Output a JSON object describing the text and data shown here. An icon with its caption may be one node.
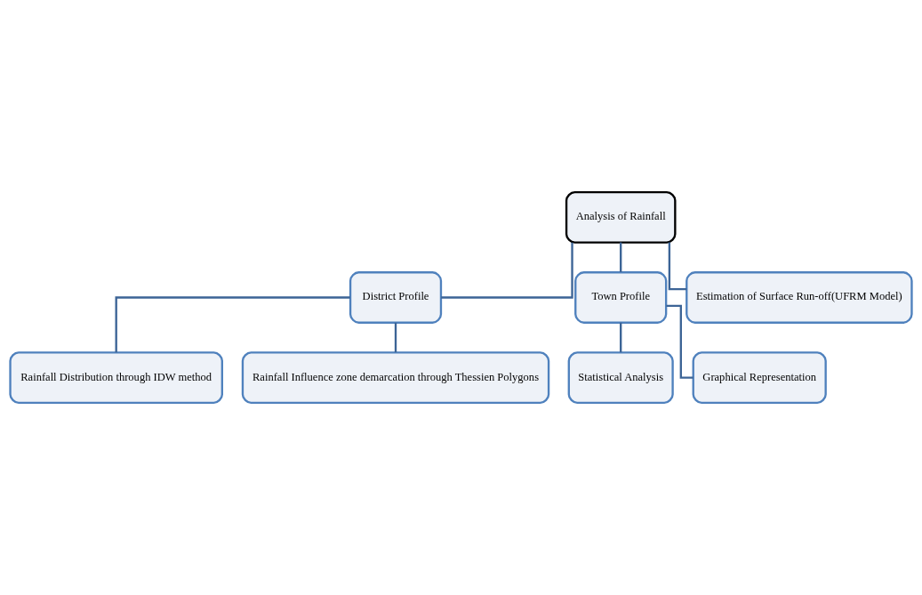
{
  "diagram": {
    "nodes": [
      {
        "text": [
          "Analysis of Rainfall"
        ]
      },
      {
        "text": [
          "District Profile"
        ]
      },
      {
        "text": [
          "Town Profile"
        ]
      },
      {
        "text": [
          "Estimation of Surface Run-off(UFRM Model)"
        ]
      },
      {
        "text": [
          "Rainfall Distribution through IDW method"
        ]
      },
      {
        "text": [
          "Rainfall Influence zone demarcation through Thessien Polygons"
        ]
      },
      {
        "text": [
          "Statistical Analysis"
        ]
      },
      {
        "text": [
          "Graphical Representation"
        ]
      }
    ],
    "edges": [
      {
        "from": 0,
        "to": 1,
        "arrow": "none"
      },
      {
        "from": 0,
        "to": 2,
        "arrow": "none"
      },
      {
        "from": 0,
        "to": 3,
        "arrow": "none"
      },
      {
        "from": 1,
        "to": 4,
        "arrow": "none"
      },
      {
        "from": 1,
        "to": 5,
        "arrow": "none"
      },
      {
        "from": 2,
        "to": 6,
        "arrow": "none"
      },
      {
        "from": 2,
        "to": 7,
        "arrow": "none"
      }
    ]
  }
}
